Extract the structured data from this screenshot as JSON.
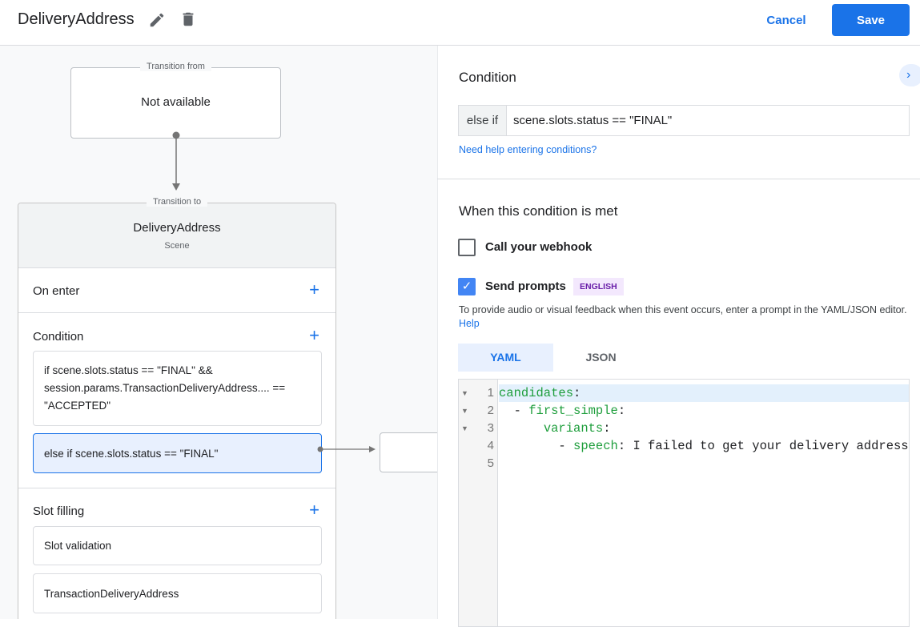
{
  "header": {
    "title": "DeliveryAddress",
    "edit_icon": "pencil-icon",
    "delete_icon": "trash-icon",
    "cancel_label": "Cancel",
    "save_label": "Save"
  },
  "canvas": {
    "from": {
      "legend": "Transition from",
      "text": "Not available"
    },
    "to": {
      "legend": "Transition to",
      "name": "DeliveryAddress",
      "type": "Scene",
      "sections": {
        "on_enter": "On enter",
        "condition": {
          "title": "Condition",
          "items": [
            "if scene.slots.status == \"FINAL\" && session.params.TransactionDeliveryAddress.... == \"ACCEPTED\"",
            "else if scene.slots.status == \"FINAL\""
          ]
        },
        "slot_filling": {
          "title": "Slot filling",
          "items": [
            "Slot validation",
            "TransactionDeliveryAddress"
          ]
        }
      }
    }
  },
  "panel": {
    "condition_title": "Condition",
    "prefix": "else if",
    "condition_value": "scene.slots.status == \"FINAL\"",
    "help_link": "Need help entering conditions?",
    "met_title": "When this condition is met",
    "webhook": {
      "label": "Call your webhook",
      "checked": false
    },
    "prompts": {
      "label": "Send prompts",
      "checked": true,
      "badge": "ENGLISH"
    },
    "description": "To provide audio or visual feedback when this event occurs, enter a prompt in the YAML/JSON editor.",
    "help": "Help",
    "tabs": [
      {
        "label": "YAML",
        "active": true
      },
      {
        "label": "JSON",
        "active": false
      }
    ],
    "editor": {
      "line_numbers": [
        "1",
        "2",
        "3",
        "4",
        "5"
      ],
      "lines": [
        {
          "indent": "",
          "dash": "",
          "key": "candidates",
          "sep": ":",
          "val": ""
        },
        {
          "indent": "  ",
          "dash": "- ",
          "key": "first_simple",
          "sep": ":",
          "val": ""
        },
        {
          "indent": "      ",
          "dash": "",
          "key": "variants",
          "sep": ":",
          "val": ""
        },
        {
          "indent": "        ",
          "dash": "- ",
          "key": "speech",
          "sep": ": ",
          "val": "I failed to get your delivery address"
        },
        {
          "indent": "",
          "dash": "",
          "key": "",
          "sep": "",
          "val": ""
        }
      ]
    }
  },
  "colors": {
    "accent": "#1a73e8",
    "selected_bg": "#e8f0fe",
    "badge_bg": "#f3e8fd",
    "badge_text": "#681da8",
    "yaml_key": "#1e9e3c"
  }
}
